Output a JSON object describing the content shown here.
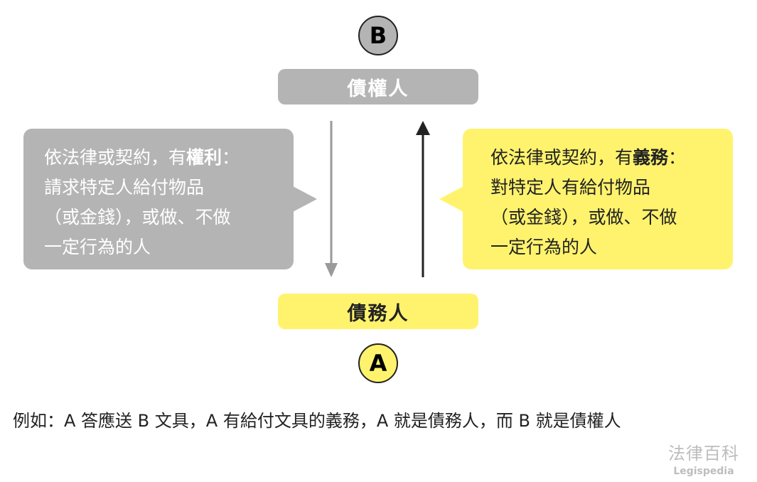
{
  "colors": {
    "gray": "#b4b4b4",
    "yellow": "#fff36d",
    "dark": "#222222"
  },
  "creditor": {
    "circle_label": "B",
    "title": "債權人"
  },
  "debtor": {
    "circle_label": "A",
    "title": "債務人"
  },
  "left_bubble": {
    "line1_prefix": "依法律或契約，有",
    "line1_bold": "權利",
    "line1_suffix": "：",
    "line2": "請求特定人給付物品",
    "line3": "（或金錢），或做、不做",
    "line4": "一定行為的人"
  },
  "right_bubble": {
    "line1_prefix": "依法律或契約，有",
    "line1_bold": "義務",
    "line1_suffix": "：",
    "line2": "對特定人有給付物品",
    "line3": "（或金錢），或做、不做",
    "line4": "一定行為的人"
  },
  "example": "例如：A 答應送 B 文具，A 有給付文具的義務，A 就是債務人，而 B 就是債權人",
  "logo": {
    "zh": "法律百科",
    "en": "Legispedia"
  }
}
